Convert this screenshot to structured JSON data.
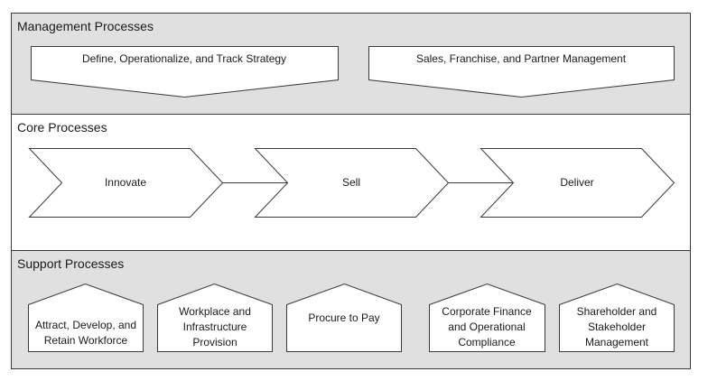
{
  "management": {
    "title": "Management Processes",
    "items": [
      {
        "label": "Define, Operationalize, and Track Strategy"
      },
      {
        "label": "Sales, Franchise, and Partner Management"
      }
    ]
  },
  "core": {
    "title": "Core Processes",
    "items": [
      {
        "label": "Innovate"
      },
      {
        "label": "Sell"
      },
      {
        "label": "Deliver"
      }
    ]
  },
  "support": {
    "title": "Support Processes",
    "items": [
      {
        "lines": [
          "Attract, Develop, and",
          "Retain Workforce"
        ]
      },
      {
        "lines": [
          "Workplace and",
          "Infrastructure",
          "Provision"
        ]
      },
      {
        "lines": [
          "Procure to Pay"
        ]
      },
      {
        "lines": [
          "Corporate Finance",
          "and Operational",
          "Compliance"
        ]
      },
      {
        "lines": [
          "Shareholder and",
          "Stakeholder",
          "Management"
        ]
      }
    ]
  },
  "colors": {
    "band_fill_gray": "#e0e0e0",
    "band_fill_white": "#ffffff",
    "stroke": "#3a3a3a",
    "text": "#1a1a1a"
  }
}
